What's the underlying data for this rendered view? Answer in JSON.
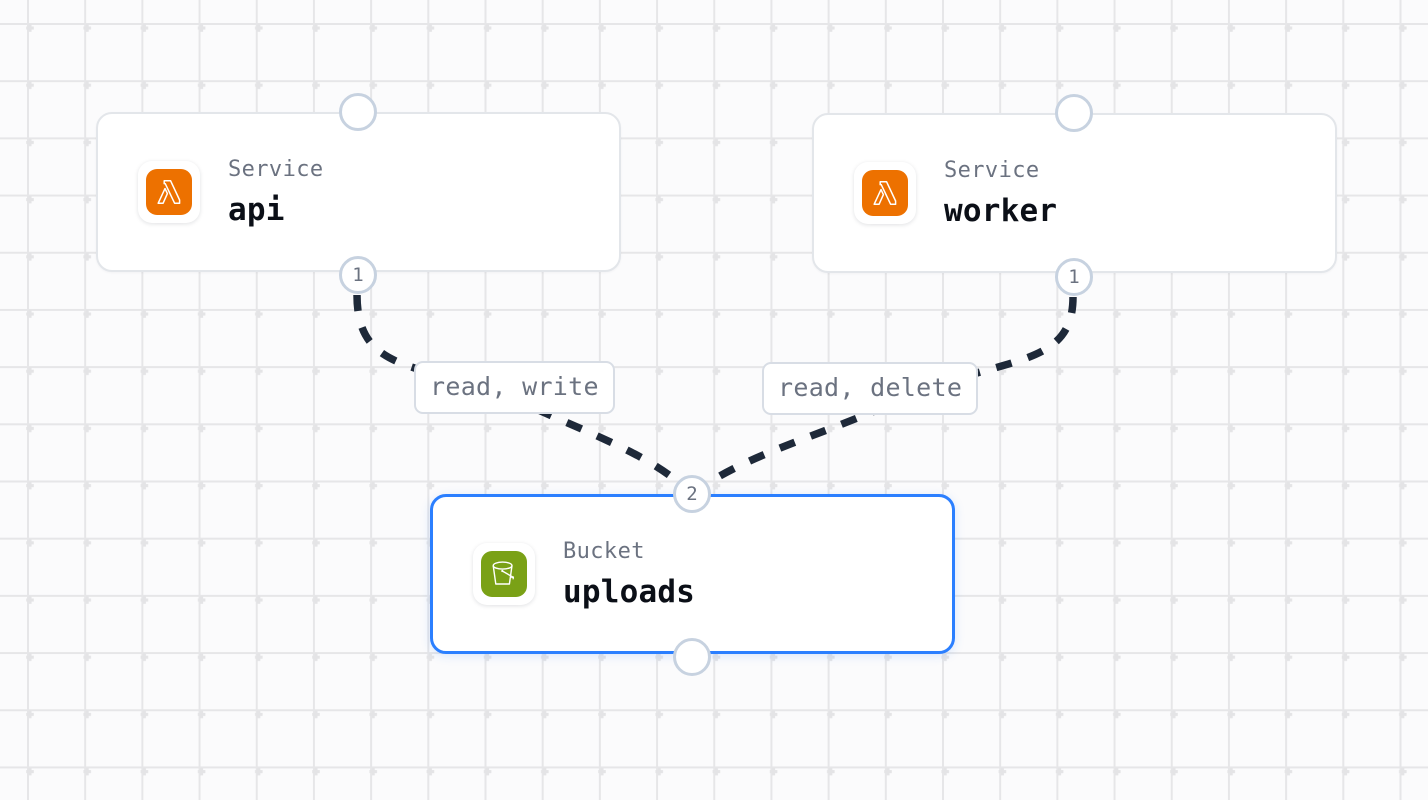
{
  "canvas": {
    "background_color": "#fbfbfc",
    "grid_color": "#e6e6e8",
    "grid_spacing": "57",
    "grid_marker": "plus-cross"
  },
  "theme": {
    "accent_selected": "#2b7fff",
    "node_border": "#e3e6ea",
    "port_border": "#c7d2e0",
    "edge_color": "#1e2939",
    "label_text": "#6b7280",
    "lambda_orange": "#ed7100",
    "bucket_green": "#7aa116"
  },
  "nodes": [
    {
      "id": "api",
      "kind": "Service",
      "name": "api",
      "icon": "aws-lambda-icon",
      "selected": false,
      "ports": [
        {
          "id": "api-top",
          "label": "",
          "position": "top"
        },
        {
          "id": "api-bottom",
          "label": "1",
          "position": "bottom"
        }
      ]
    },
    {
      "id": "worker",
      "kind": "Service",
      "name": "worker",
      "icon": "aws-lambda-icon",
      "selected": false,
      "ports": [
        {
          "id": "worker-top",
          "label": "",
          "position": "top"
        },
        {
          "id": "worker-bottom",
          "label": "1",
          "position": "bottom"
        }
      ]
    },
    {
      "id": "uploads",
      "kind": "Bucket",
      "name": "uploads",
      "icon": "s3-bucket-icon",
      "selected": true,
      "ports": [
        {
          "id": "uploads-top",
          "label": "2",
          "position": "top"
        },
        {
          "id": "uploads-bottom",
          "label": "",
          "position": "bottom"
        }
      ]
    }
  ],
  "edges": [
    {
      "id": "api-uploads",
      "from": "api",
      "to": "uploads",
      "label": "read, write",
      "style": "dashed"
    },
    {
      "id": "worker-uploads",
      "from": "worker",
      "to": "uploads",
      "label": "read, delete",
      "style": "dashed"
    }
  ]
}
